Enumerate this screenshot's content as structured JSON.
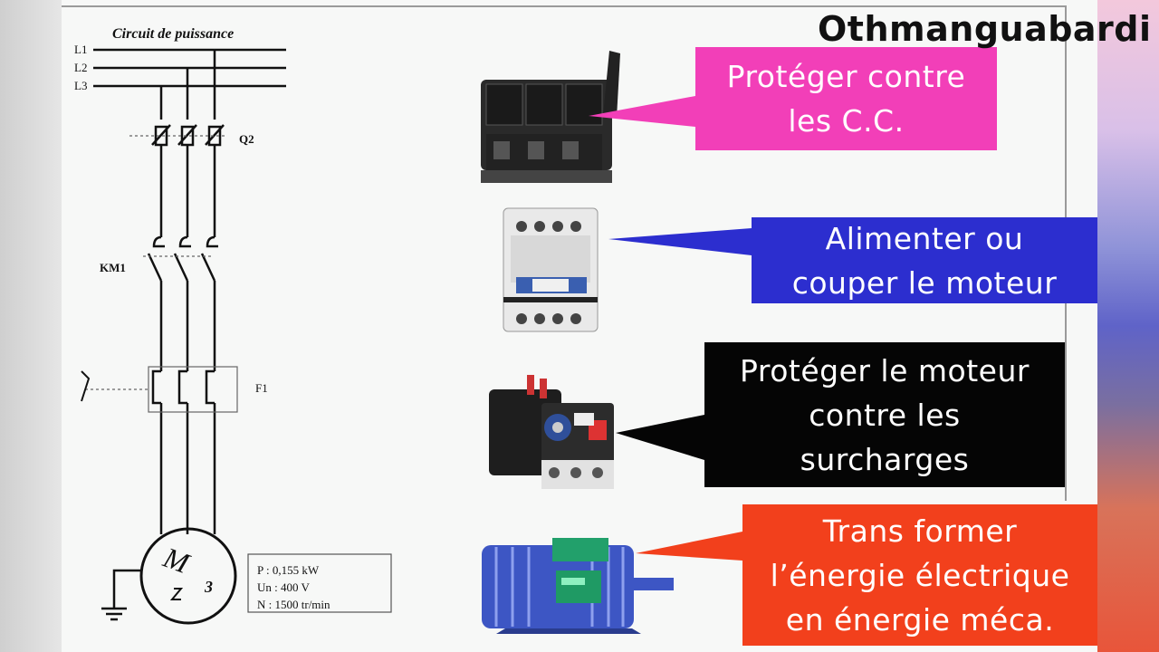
{
  "watermark": "Othmanguabardi",
  "schematic": {
    "title": "Circuit de puissance",
    "lines": [
      "L1",
      "L2",
      "L3"
    ],
    "breaker_label": "Q2",
    "contactor_label": "KM1",
    "relay_label": "F1",
    "motor_symbol": "M",
    "motor_phase": "3",
    "specs": [
      "P : 0,155 kW",
      "Un : 400 V",
      "N : 1500 tr/min"
    ]
  },
  "callouts": [
    {
      "id": "cc",
      "text": "Protéger contre\nles C.C.",
      "bg": "#f23fb8",
      "fg": "#ffffff"
    },
    {
      "id": "motor-power",
      "text": "Alimenter ou\ncouper le moteur",
      "bg": "#2c2ecf",
      "fg": "#ffffff"
    },
    {
      "id": "overload",
      "text": "Protéger le moteur\ncontre les\nsurcharges",
      "bg": "#050505",
      "fg": "#ffffff"
    },
    {
      "id": "transform",
      "text": "Trans former\nl’énergie électrique\nen énergie méca.",
      "bg": "#f2401c",
      "fg": "#ffffff"
    }
  ],
  "colors": {
    "background": "#f7f8f7",
    "line": "#111111"
  }
}
